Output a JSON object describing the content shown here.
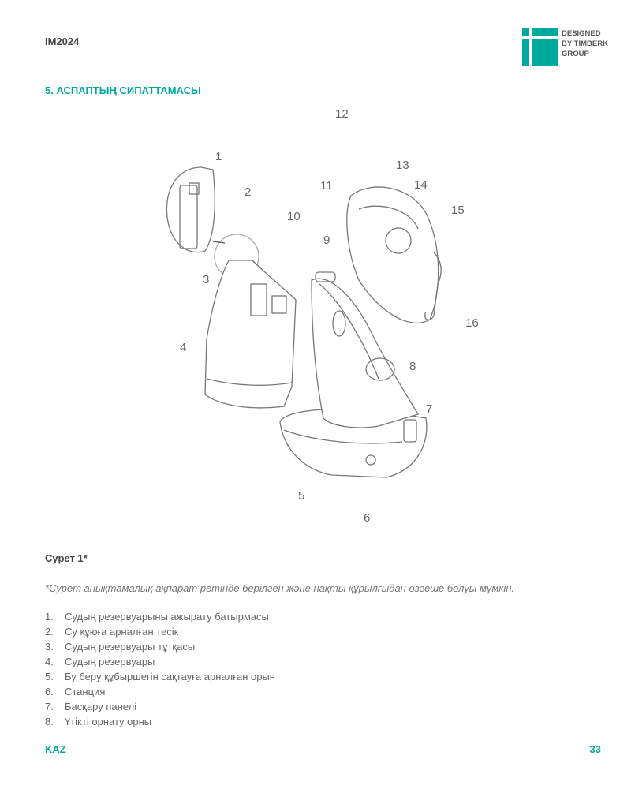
{
  "header": {
    "model": "IM2024",
    "logo_text": [
      "DESIGNED",
      "BY TIMBERK",
      "GROUP"
    ]
  },
  "section_title": "5. АСПАПТЫҢ СИПАТТАМАСЫ",
  "figure": {
    "callouts": [
      "1",
      "2",
      "3",
      "4",
      "5",
      "6",
      "7",
      "8",
      "9",
      "10",
      "11",
      "12",
      "13",
      "14",
      "15",
      "16"
    ]
  },
  "caption": "Сурет 1*",
  "note": "*Сурет анықтамалық ақпарат ретінде берілген және нақты құрылғыдан өзгеше болуы мүмкін.",
  "items": [
    {
      "num": "1.",
      "text": "Судың резервуарыны ажырату батырмасы"
    },
    {
      "num": "2.",
      "text": "Су құюға арналған тесік"
    },
    {
      "num": "3.",
      "text": "Судың резервуары тұтқасы"
    },
    {
      "num": "4.",
      "text": "Судың резервуары"
    },
    {
      "num": "5.",
      "text": "Бу беру құбыршегін сақтауға арналған орын"
    },
    {
      "num": "6.",
      "text": "Станция"
    },
    {
      "num": "7.",
      "text": "Басқару панелі"
    },
    {
      "num": "8.",
      "text": "Үтікті орнату орны"
    }
  ],
  "footer": {
    "lang": "KAZ",
    "page": "33"
  },
  "colors": {
    "accent": "#00a99d"
  }
}
